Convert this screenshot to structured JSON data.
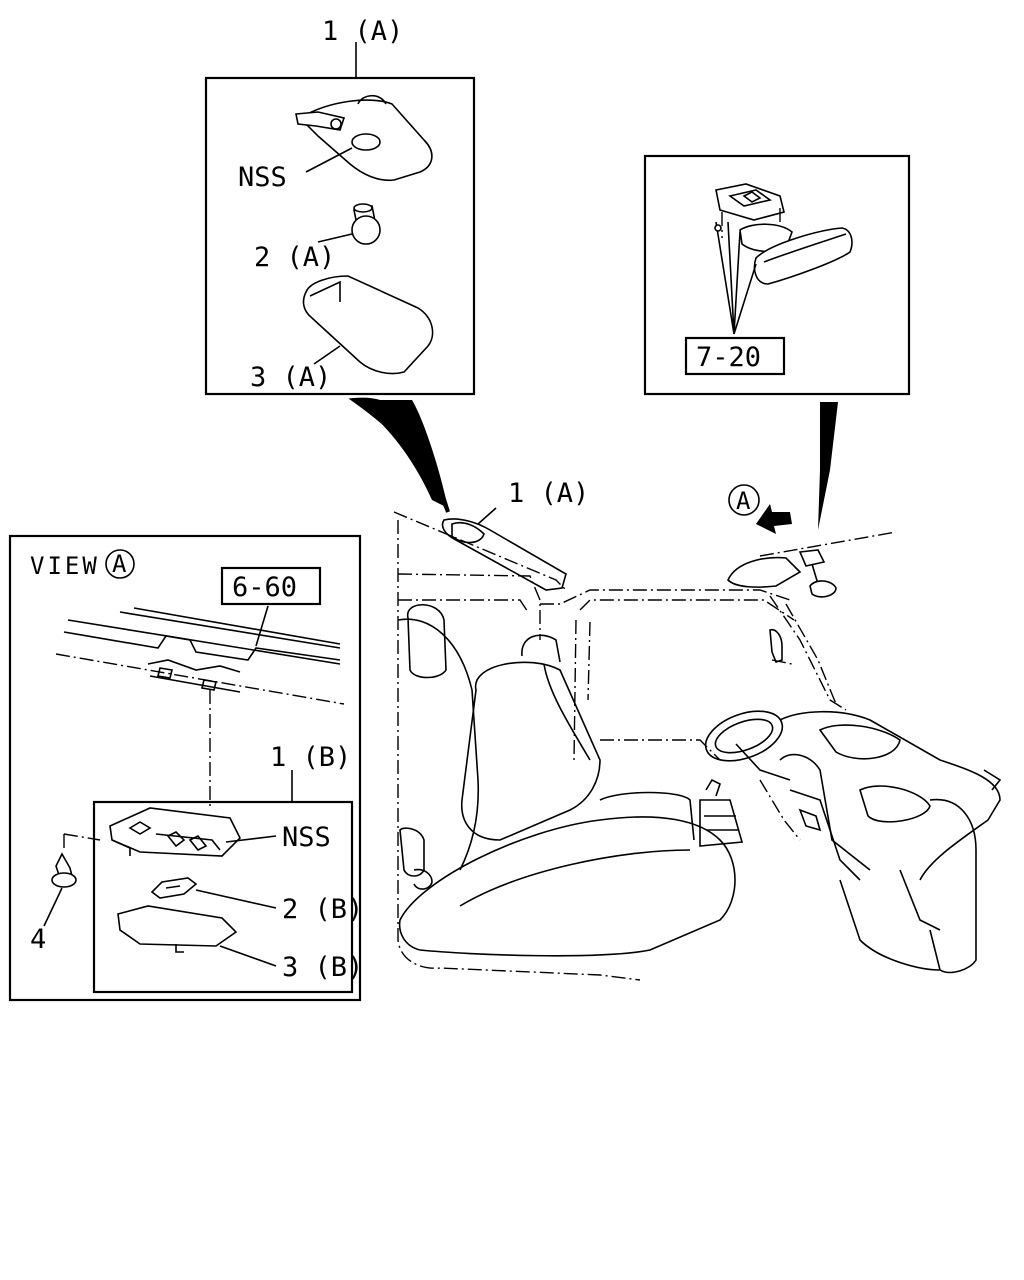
{
  "callouts": {
    "top_group": "1 (A)",
    "top_nss": "NSS",
    "bulb_a": "2 (A)",
    "lens_a": "3 (A)",
    "cab_lamp": "1 (A)",
    "view_marker": "A",
    "ref_mirror": "7-20",
    "view_title": "VIEW",
    "view_title_marker": "A",
    "ref_roof": "6-60",
    "lamp_b": "1 (B)",
    "nss_b": "NSS",
    "bulb_b": "2 (B)",
    "lens_b": "3 (B)",
    "screw": "4"
  }
}
